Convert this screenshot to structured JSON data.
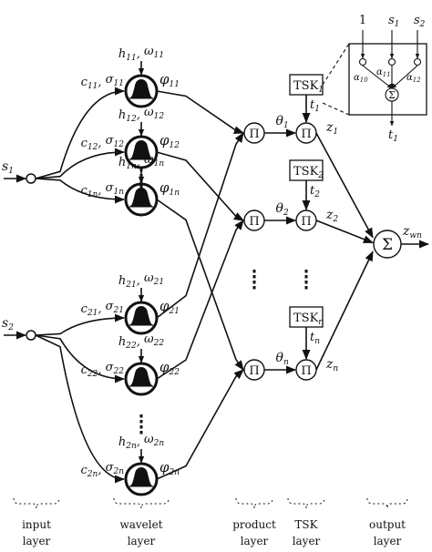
{
  "inputs": [
    {
      "main": "s",
      "sub": "1"
    },
    {
      "main": "s",
      "sub": "2"
    }
  ],
  "wavelets": [
    {
      "top": [
        {
          "m": "h",
          "s": "11"
        },
        {
          "m": "ω",
          "s": "11"
        }
      ],
      "left": [
        {
          "m": "c",
          "s": "11"
        },
        {
          "m": "σ",
          "s": "11"
        }
      ],
      "phi": "11"
    },
    {
      "top": [
        {
          "m": "h",
          "s": "12"
        },
        {
          "m": "ω",
          "s": "12"
        }
      ],
      "left": [
        {
          "m": "c",
          "s": "12"
        },
        {
          "m": "σ",
          "s": "12"
        }
      ],
      "phi": "12"
    },
    {
      "top": [
        {
          "m": "h",
          "s": "1n"
        },
        {
          "m": "ω",
          "s": "1n"
        }
      ],
      "left": [
        {
          "m": "c",
          "s": "1n"
        },
        {
          "m": "σ",
          "s": "1n"
        }
      ],
      "phi": "1n"
    },
    {
      "top": [
        {
          "m": "h",
          "s": "21"
        },
        {
          "m": "ω",
          "s": "21"
        }
      ],
      "left": [
        {
          "m": "c",
          "s": "21"
        },
        {
          "m": "σ",
          "s": "21"
        }
      ],
      "phi": "21"
    },
    {
      "top": [
        {
          "m": "h",
          "s": "22"
        },
        {
          "m": "ω",
          "s": "22"
        }
      ],
      "left": [
        {
          "m": "c",
          "s": "22"
        },
        {
          "m": "σ",
          "s": "22"
        }
      ],
      "phi": "22"
    },
    {
      "top": [
        {
          "m": "h",
          "s": "2n"
        },
        {
          "m": "ω",
          "s": "2n"
        }
      ],
      "left": [
        {
          "m": "c",
          "s": "2n"
        },
        {
          "m": "σ",
          "s": "2n"
        }
      ],
      "phi": "2n"
    }
  ],
  "phi_symbol": "φ",
  "product_symbol": "Π",
  "sum_symbol": "Σ",
  "theta": [
    {
      "m": "θ",
      "s": "1"
    },
    {
      "m": "θ",
      "s": "2"
    },
    {
      "m": "θ",
      "s": "n"
    }
  ],
  "tsk": [
    {
      "label": "TSK",
      "sub": "1",
      "t": {
        "m": "t",
        "s": "1"
      },
      "z": {
        "m": "z",
        "s": "1"
      }
    },
    {
      "label": "TSK",
      "sub": "2",
      "t": {
        "m": "t",
        "s": "2"
      },
      "z": {
        "m": "z",
        "s": "2"
      }
    },
    {
      "label": "TSK",
      "sub": "r",
      "t": {
        "m": "t",
        "s": "n"
      },
      "z": {
        "m": "z",
        "s": "n"
      }
    }
  ],
  "output": {
    "m": "z",
    "s": "wn"
  },
  "inset": {
    "inputs": [
      "1",
      {
        "m": "s",
        "s": "1"
      },
      {
        "m": "s",
        "s": "2"
      }
    ],
    "alphas": [
      {
        "m": "α",
        "s": "10"
      },
      {
        "m": "α",
        "s": "11"
      },
      {
        "m": "α",
        "s": "12"
      }
    ],
    "output": {
      "m": "t",
      "s": "1"
    }
  },
  "layers": [
    {
      "line1": "input",
      "line2": "layer"
    },
    {
      "line1": "wavelet",
      "line2": "layer"
    },
    {
      "line1": "product",
      "line2": "layer"
    },
    {
      "line1": "TSK",
      "line2": "layer"
    },
    {
      "line1": "output",
      "line2": "layer"
    }
  ]
}
